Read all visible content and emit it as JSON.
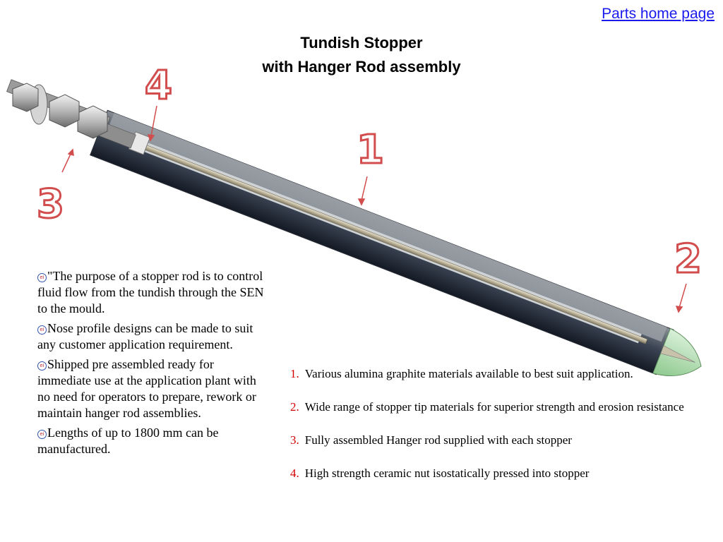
{
  "header": {
    "home_link": "Parts home page",
    "title_line1": "Tundish Stopper",
    "title_line2": "with Hanger Rod assembly"
  },
  "callouts": [
    "1",
    "2",
    "3",
    "4"
  ],
  "bullets": [
    "\"The purpose of a stopper rod is to control fluid flow from the tundish through the SEN to the mould.",
    "Nose profile designs can be made to suit any customer application requirement.",
    "Shipped pre assembled ready for immediate use at the application plant with no need for operators to prepare, rework or maintain hanger rod assemblies.",
    "Lengths of up to 1800 mm can be manufactured."
  ],
  "bullet_icon_glyph": "ei",
  "features": [
    {
      "num": "1.",
      "text": "Various alumina graphite materials available to best suit application."
    },
    {
      "num": "2.",
      "text": "Wide range of  stopper tip materials for superior strength and erosion resistance"
    },
    {
      "num": "3.",
      "text": "Fully assembled Hanger rod supplied with each stopper"
    },
    {
      "num": "4.",
      "text": "High strength ceramic nut isostatically pressed into stopper"
    }
  ],
  "colors": {
    "link": "#1a1aee",
    "callout": "#d24d4d",
    "feature_number": "#d40000"
  }
}
